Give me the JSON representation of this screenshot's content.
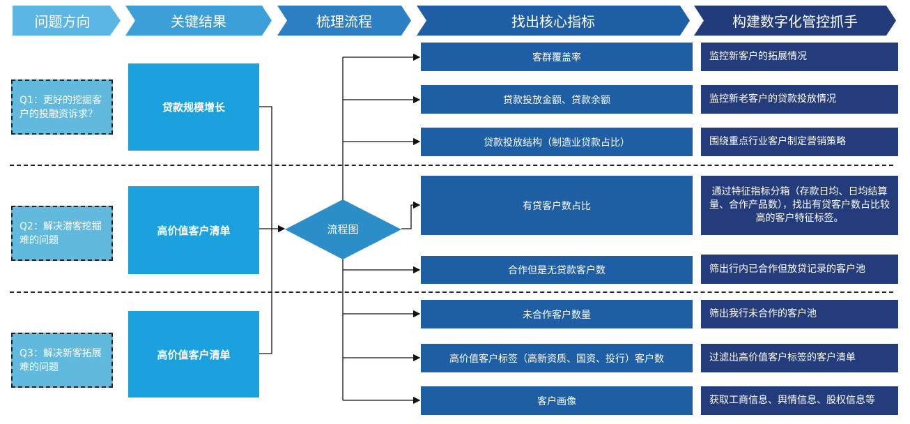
{
  "headers": [
    "问题方向",
    "关键结果",
    "梳理流程",
    "找出核心指标",
    "构建数字化管控抓手"
  ],
  "questions": [
    "Q1：更好的挖掘客户的投融资诉求？",
    "Q2：解决潜客挖掘难的问题",
    "Q3：解决新客拓展难的问题"
  ],
  "results": [
    "贷款规模增长",
    "高价值客户清单",
    "高价值客户清单"
  ],
  "process": "流程图",
  "metrics": [
    "客群覆盖率",
    "贷款投放金额、贷款余额",
    "贷款投放结构（制造业贷款占比）",
    "有贷客户数占比",
    "合作但是无贷款客户数",
    "未合作客户数量",
    "高价值客户标签（高新资质、国资、投行）客户数",
    "客户画像"
  ],
  "actions": [
    "监控新客户的拓展情况",
    "监控新老客户的贷款投放情况",
    "围绕重点行业客户制定营销策略",
    "通过特征指标分箱（存款日均、日均结算量、合作产品数），找出有贷客户数占比较高的客户特征标签。",
    "筛出行内已合作但放贷记录的客户池",
    "筛出我行未合作的客户池",
    "过滤出高价值客户标签的客户清单",
    "获取工商信息、舆情信息、股权信息等"
  ],
  "colors": {
    "header1": "#5cb6e3",
    "header5": "#213b7b",
    "metric": "#1d5ea4",
    "action": "#243c7b",
    "result": "#1ba1dd"
  }
}
